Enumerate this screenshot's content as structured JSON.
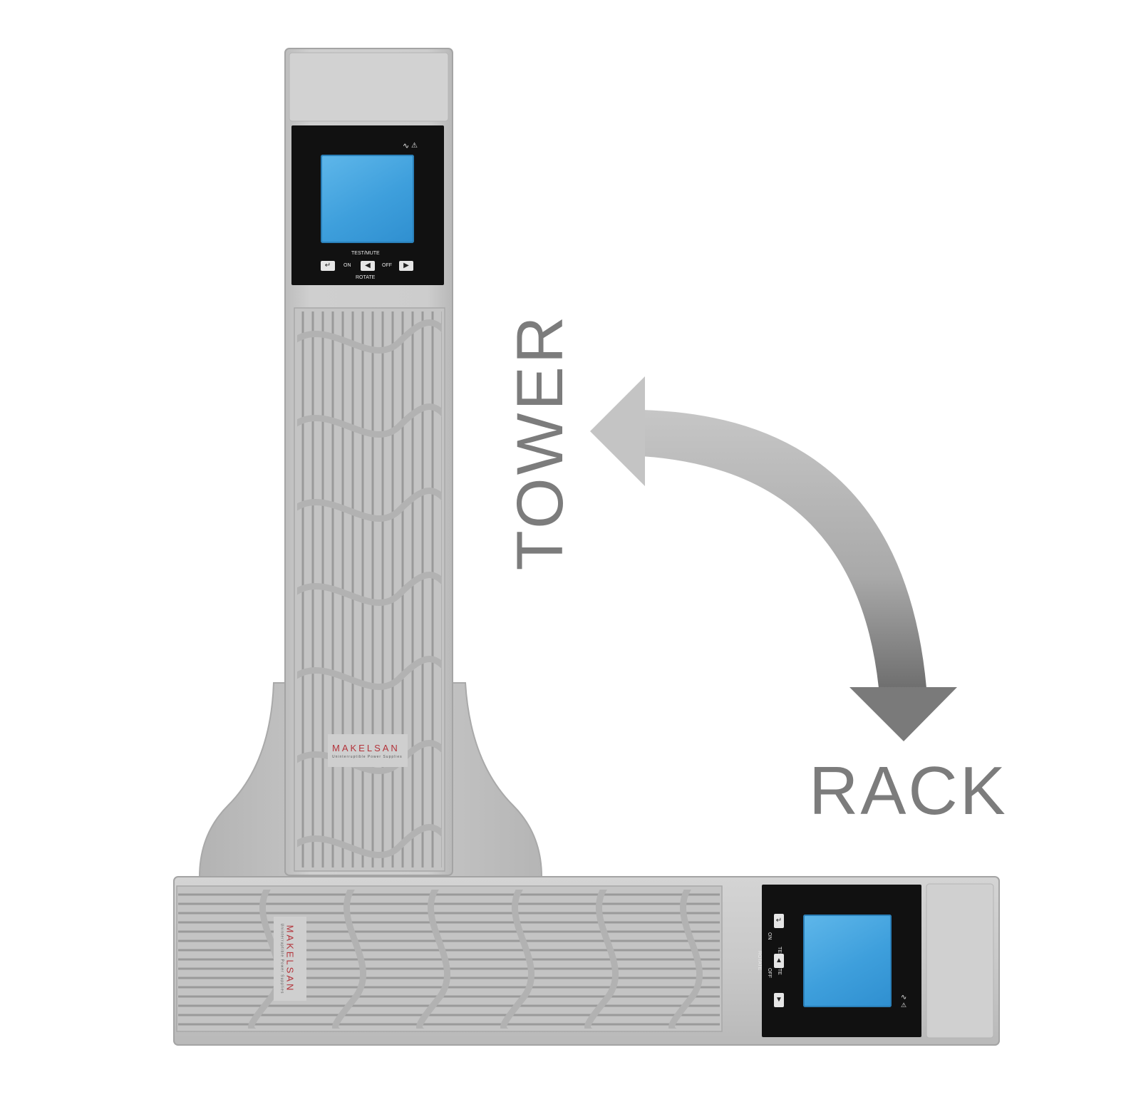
{
  "labels": {
    "tower": "TOWER",
    "rack": "RACK"
  },
  "brand": {
    "name": "MAKELSAN",
    "tagline": "Uninterruptible Power Supplies"
  },
  "control_panel": {
    "test_mute": "TEST/MUTE",
    "on": "ON",
    "off": "OFF",
    "rotate": "ROTATE"
  },
  "colors": {
    "unit_body": "#c9c9c9",
    "lcd_screen": "#47a6e0",
    "panel": "#111111",
    "brand_red": "#b3333a",
    "arrow": "#a6a6a6",
    "label_text": "#7c7c7c"
  },
  "icons": [
    "ac-wave-icon",
    "warning-icon",
    "rotate-arrow-icon"
  ]
}
